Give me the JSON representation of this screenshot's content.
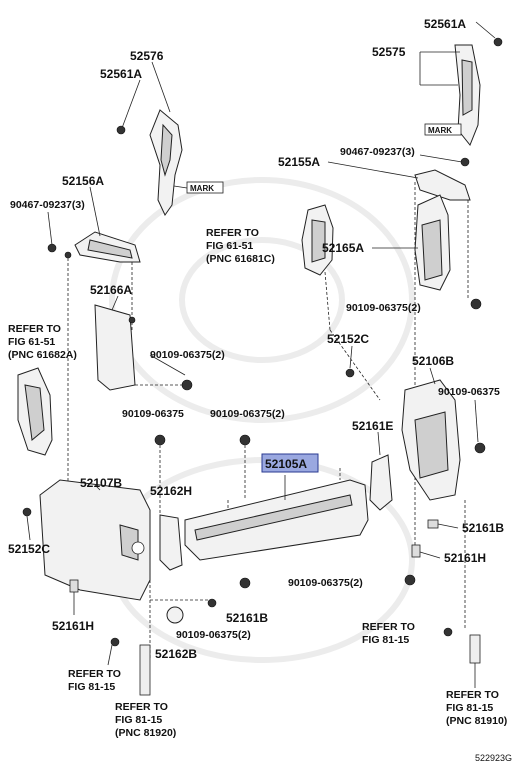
{
  "labels": {
    "p52576": "52576",
    "p52561A_left": "52561A",
    "mark_left": "MARK",
    "p52156A": "52156A",
    "bolt_left_top": "90467-09237(3)",
    "p52166A": "52166A",
    "refer_left_1": "REFER TO",
    "refer_left_2": "FIG 61-51",
    "refer_left_3": "(PNC 61682A)",
    "bolt_left_mid": "90109-06375(2)",
    "bolt_low_1": "90109-06375",
    "bolt_low_2": "90109-06375(2)",
    "p52107B": "52107B",
    "p52162H": "52162H",
    "p52152C_left": "52152C",
    "p52161H_left": "52161H",
    "refer_bl_1": "REFER TO",
    "refer_bl_2": "FIG 81-15",
    "p52162B": "52162B",
    "bolt_bottom_center": "90109-06375(2)",
    "p52161B_center": "52161B",
    "refer_bc_1": "REFER TO",
    "refer_bc_2": "FIG 81-15",
    "refer_bc_3": "(PNC 81920)",
    "refer_center_1": "REFER TO",
    "refer_center_2": "FIG 61-51",
    "refer_center_3": "(PNC 61681C)",
    "p52105A": "52105A",
    "p52561A_right": "52561A",
    "p52575": "52575",
    "mark_right": "MARK",
    "bolt_right_top": "90467-09237(3)",
    "p52155A": "52155A",
    "p52165A": "52165A",
    "bolt_right_mid": "90109-06375(2)",
    "p52152C_right": "52152C",
    "p52106B": "52106B",
    "bolt_right_low": "90109-06375",
    "p52161E": "52161E",
    "p52161B_right": "52161B",
    "p52161H_right": "52161H",
    "bolt_right_bottom": "90109-06375(2)",
    "refer_r_1": "REFER TO",
    "refer_r_2": "FIG 81-15",
    "refer_br_1": "REFER TO",
    "refer_br_2": "FIG 81-15",
    "refer_br_3": "(PNC 81910)",
    "diagram_code": "522923G"
  },
  "colors": {
    "highlight_fill": "#9aa8e0",
    "highlight_stroke": "#2a3a90"
  }
}
